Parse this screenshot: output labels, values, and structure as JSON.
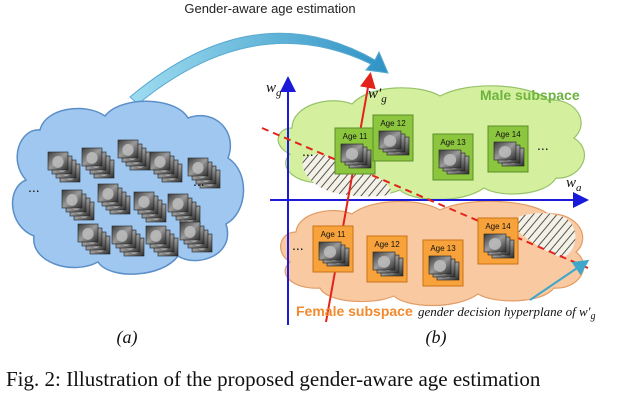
{
  "header": {
    "title": "Gender-aware age estimation"
  },
  "panel_a": {
    "ellipsis_left": "...",
    "ellipsis_right": "...",
    "label": "(a)"
  },
  "panel_b": {
    "axis_vertical": "w",
    "axis_vertical_sub": "g",
    "axis_horizontal": "w",
    "axis_horizontal_sub": "a",
    "hyperplane_label": "w'",
    "hyperplane_label_sub": "g",
    "male_subspace": "Male subspace",
    "female_subspace": "Female subspace",
    "male_ages": [
      "Age 11",
      "Age 12",
      "Age 13",
      "Age 14"
    ],
    "female_ages": [
      "Age 11",
      "Age 12",
      "Age 13",
      "Age 14"
    ],
    "ellipsis": "...",
    "decision_label": "gender decision hyperplane of w'",
    "decision_label_sub": "g",
    "label": "(b)"
  },
  "caption": {
    "text": "Fig. 2: Illustration of the proposed gender-aware age estimation"
  },
  "colors": {
    "male_cloud": "#d4ef9e",
    "female_cloud": "#f9c9a2",
    "face_cloud": "#9fc7ef",
    "hyperplane_red": "#e2231a",
    "axis_blue": "#1a1ad8",
    "male_text": "#6db33f",
    "female_text": "#f28a2e",
    "arrow_teal": "#3fa7c9"
  }
}
